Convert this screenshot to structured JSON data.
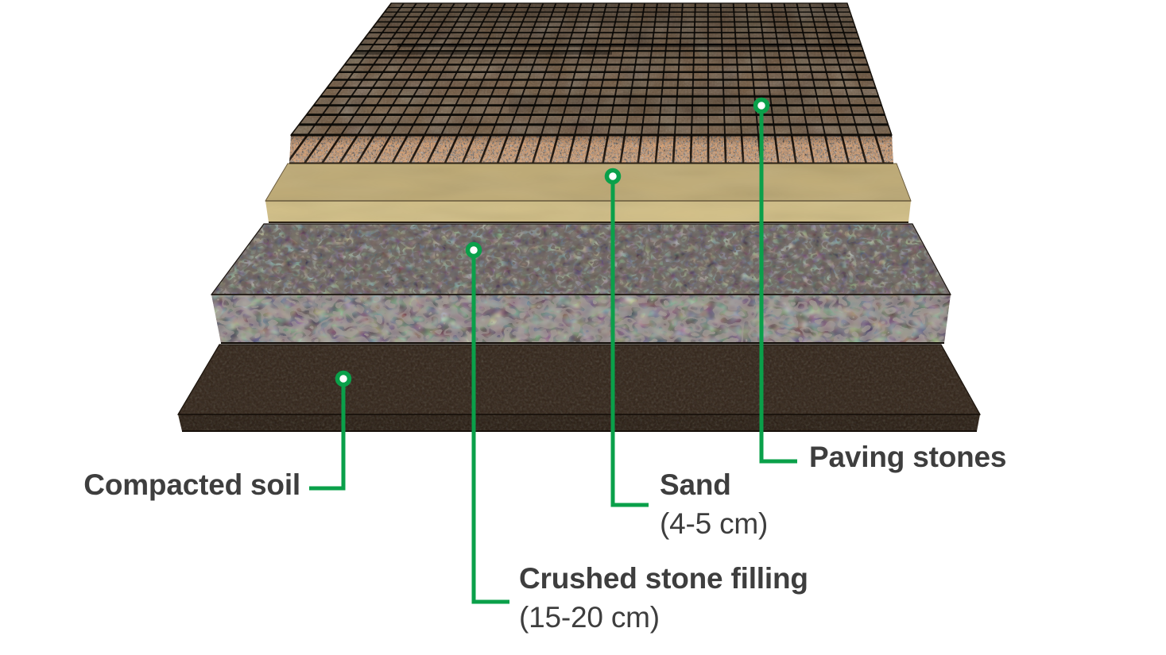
{
  "diagram": {
    "labels": {
      "paving": {
        "title": "Paving stones"
      },
      "sand": {
        "title": "Sand",
        "subtitle": "(4-5 cm)"
      },
      "crushed": {
        "title": "Crushed stone filling",
        "subtitle": "(15-20 cm)"
      },
      "soil": {
        "title": "Compacted soil"
      }
    },
    "layers": [
      {
        "name": "Paving stones"
      },
      {
        "name": "Sand",
        "thickness": "4-5 cm"
      },
      {
        "name": "Crushed stone filling",
        "thickness": "15-20 cm"
      },
      {
        "name": "Compacted soil"
      }
    ],
    "colors": {
      "accent": "#0aa04a",
      "label_text": "#3e3e3e",
      "background": "#ffffff",
      "paving_top": "#75593d",
      "granite_face": "#d3a076",
      "sand_top": "#c1ad78",
      "sand_front": "#d3c088",
      "gravel_top": "#6f6560",
      "gravel_front": "#a49b97",
      "soil_top": "#332519",
      "soil_front": "#2a1e13",
      "grout": "#0a0805"
    }
  }
}
